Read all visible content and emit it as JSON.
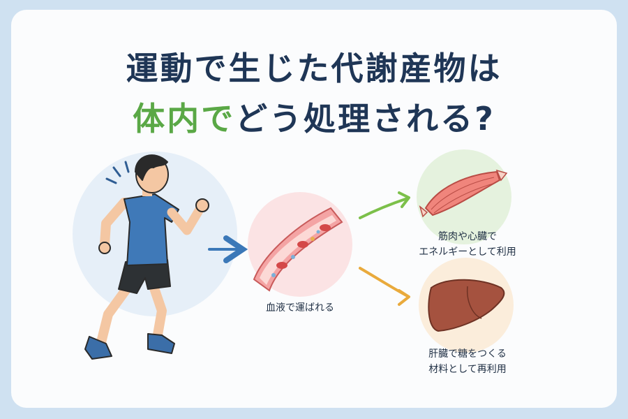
{
  "title": {
    "line1": "運動で生じた代謝産物は",
    "line2_highlight": "体内で",
    "line2_rest": "どう処理される?"
  },
  "steps": {
    "blood": "血液で運ばれる",
    "muscle_line1": "筋肉や心臓で",
    "muscle_line2": "エネルギーとして利用",
    "liver_line1": "肝臓で糖をつくる",
    "liver_line2": "材料として再利用"
  },
  "colors": {
    "title": "#1f3656",
    "highlight": "#5aa846",
    "arrow_blue": "#3b78b8",
    "arrow_green": "#7cc04a",
    "arrow_orange": "#e9aa3c"
  }
}
